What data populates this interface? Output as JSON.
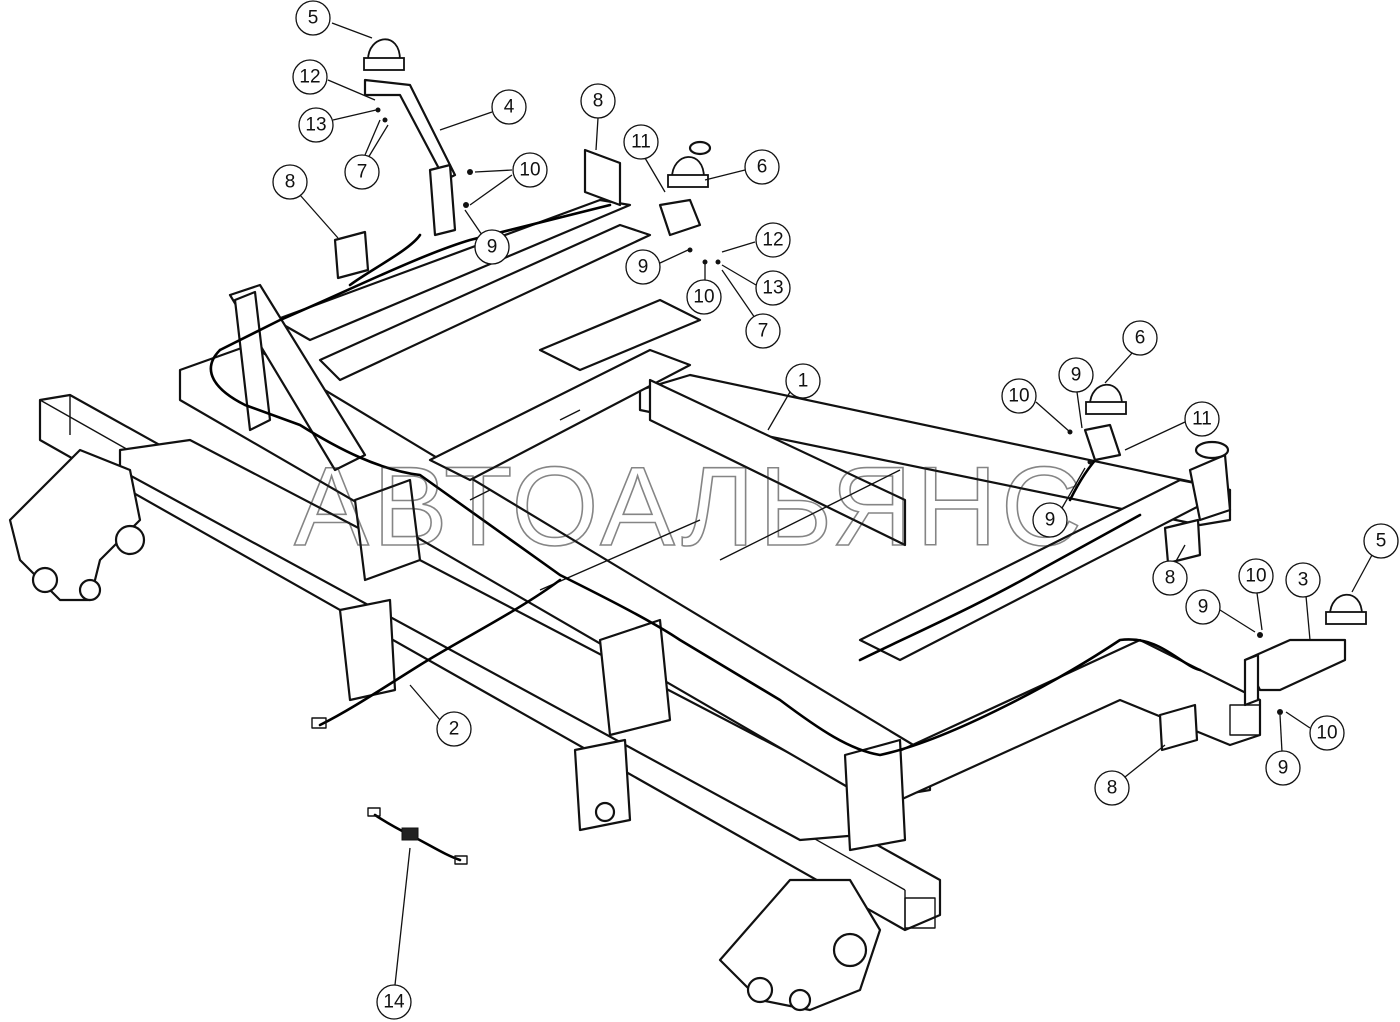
{
  "watermark": "АВТОАЛЬЯНС",
  "callouts": [
    {
      "id": "c-5-top",
      "label": "5"
    },
    {
      "id": "c-12-top",
      "label": "12"
    },
    {
      "id": "c-13-top",
      "label": "13"
    },
    {
      "id": "c-7-top",
      "label": "7"
    },
    {
      "id": "c-4",
      "label": "4"
    },
    {
      "id": "c-10-top",
      "label": "10"
    },
    {
      "id": "c-8-top-left",
      "label": "8"
    },
    {
      "id": "c-9-top",
      "label": "9"
    },
    {
      "id": "c-8-top-mid",
      "label": "8"
    },
    {
      "id": "c-11-top",
      "label": "11"
    },
    {
      "id": "c-6-top",
      "label": "6"
    },
    {
      "id": "c-12-mid",
      "label": "12"
    },
    {
      "id": "c-9-mid",
      "label": "9"
    },
    {
      "id": "c-10-mid",
      "label": "10"
    },
    {
      "id": "c-13-mid",
      "label": "13"
    },
    {
      "id": "c-7-mid",
      "label": "7"
    },
    {
      "id": "c-1",
      "label": "1"
    },
    {
      "id": "c-6-right",
      "label": "6"
    },
    {
      "id": "c-9-right",
      "label": "9"
    },
    {
      "id": "c-10-right",
      "label": "10"
    },
    {
      "id": "c-11-right",
      "label": "11"
    },
    {
      "id": "c-9-right-low",
      "label": "9"
    },
    {
      "id": "c-8-right",
      "label": "8"
    },
    {
      "id": "c-10-right-b",
      "label": "10"
    },
    {
      "id": "c-3",
      "label": "3"
    },
    {
      "id": "c-5-right",
      "label": "5"
    },
    {
      "id": "c-9-right-b",
      "label": "9"
    },
    {
      "id": "c-10-right-c",
      "label": "10"
    },
    {
      "id": "c-9-right-c",
      "label": "9"
    },
    {
      "id": "c-8-bottom-right",
      "label": "8"
    },
    {
      "id": "c-2",
      "label": "2"
    },
    {
      "id": "c-14",
      "label": "14"
    }
  ]
}
